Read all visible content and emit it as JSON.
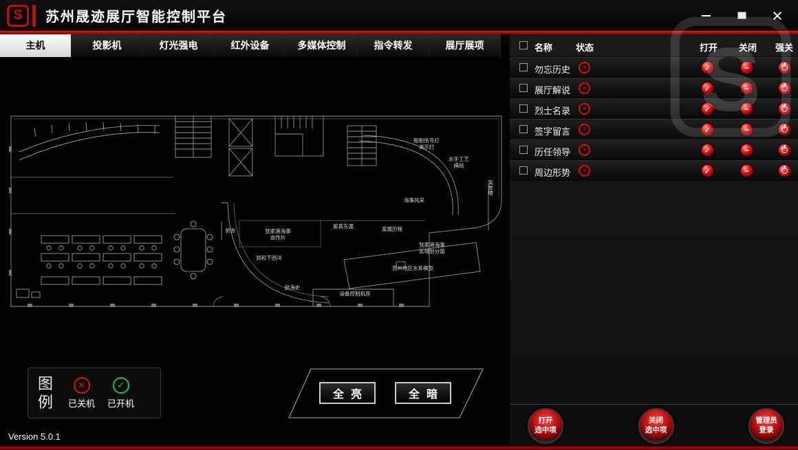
{
  "window": {
    "title": "苏州晟迹展厅智能控制平台",
    "version": "Version 5.0.1",
    "logo_letter": "S",
    "watermark_letter": "S"
  },
  "colors": {
    "accent_red": "#c60d0d",
    "status_off_red": "#e01212",
    "status_on_green": "#18c93c",
    "active_tab_bg": "#ffffff"
  },
  "icons": {
    "status_off": "✕",
    "status_on": "✓",
    "open": "✓",
    "close": "−",
    "force_off": "power-ring"
  },
  "tabs": [
    {
      "label": "主机",
      "active": true
    },
    {
      "label": "投影机",
      "active": false
    },
    {
      "label": "灯光强电",
      "active": false
    },
    {
      "label": "红外设备",
      "active": false
    },
    {
      "label": "多媒体控制",
      "active": false
    },
    {
      "label": "指令转发",
      "active": false
    },
    {
      "label": "展厅展项",
      "active": false
    }
  ],
  "legend": {
    "title": "图例",
    "off_label": "已关机",
    "on_label": "已开机"
  },
  "scene_buttons": {
    "all_on": "全亮",
    "all_off": "全暗"
  },
  "device_table": {
    "headers": {
      "name": "名称",
      "status": "状态",
      "open": "打开",
      "close": "关闭",
      "force": "强关"
    },
    "rows": [
      {
        "name": "勿忘历史",
        "status": "off"
      },
      {
        "name": "展厅解说",
        "status": "off"
      },
      {
        "name": "烈士名录",
        "status": "off"
      },
      {
        "name": "签字留言",
        "status": "off"
      },
      {
        "name": "历任领导",
        "status": "off"
      },
      {
        "name": "周边形势",
        "status": "off"
      }
    ]
  },
  "footer_buttons": [
    {
      "label": "打开\n选中项"
    },
    {
      "label": "关闭\n选中项"
    },
    {
      "label": "管理员\n登录"
    }
  ],
  "floorplan": {
    "labels": [
      "船舶信号灯\n演示灯",
      "水手工艺\n绳结",
      "海事风采",
      "荣誉墙",
      "前言",
      "张家港海事\n宣传片",
      "鉴真东渡",
      "发展历程",
      "郑和下西洋",
      "航海史",
      "张家港海事\n区域划分图",
      "苏州地区水系模型",
      "设备控制机房"
    ]
  }
}
